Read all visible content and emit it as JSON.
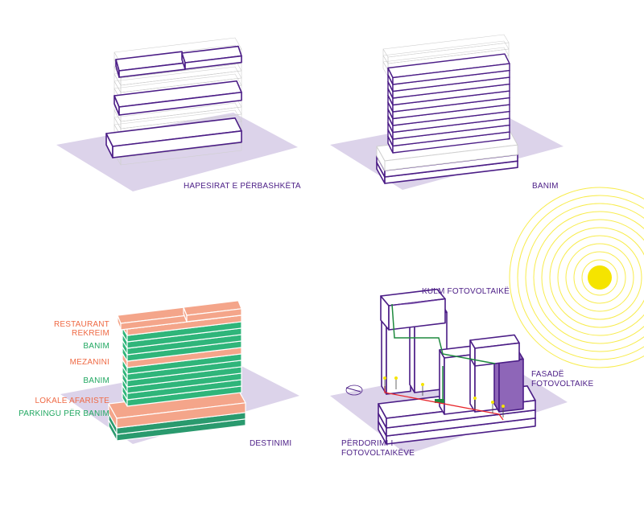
{
  "colors": {
    "outline": "#4b1d86",
    "ground": "#dcd3ea",
    "salmon": "#f4a58a",
    "green": "#2fb57a",
    "green_dark": "#2a9a6e",
    "sun": "#f5e400",
    "pv_line": "#1e8a3e",
    "wire": "#e8262b",
    "pv_face": "#8e66b8"
  },
  "panels": [
    {
      "title": "HAPESIRAT E PËRBASHKËTA"
    },
    {
      "title": "BANIM"
    },
    {
      "title": "DESTINIMI",
      "labels": [
        "RESTAURANT",
        "REKREIM",
        "BANIM",
        "MEZANINI",
        "BANIM",
        "LOKALE AFARISTE",
        "PARKINGU PËR BANIM"
      ]
    },
    {
      "labels": {
        "roof": "KULM FOTOVOLTAIKË",
        "facade_1": "FASADË",
        "facade_2": "FOTOVOLTAIKE",
        "use_1": "PËRDORIMI I",
        "use_2": "FOTOVOLTAIKËVE"
      }
    }
  ]
}
